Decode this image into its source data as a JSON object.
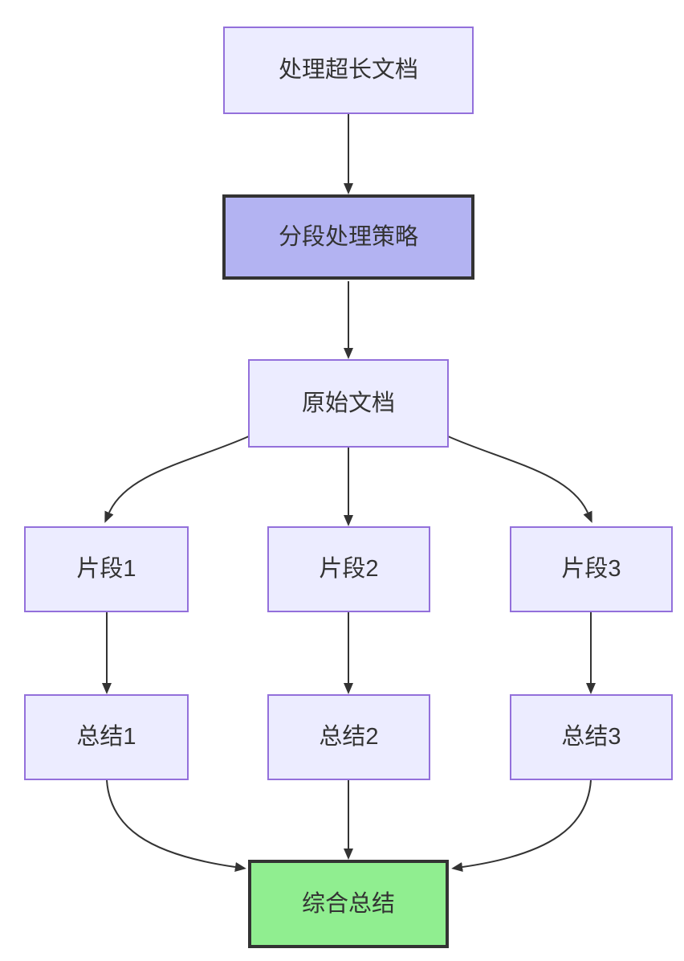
{
  "diagram": {
    "type": "flowchart",
    "direction": "top-down",
    "nodes": [
      {
        "id": "A",
        "label": "处理超长文档",
        "style": "default"
      },
      {
        "id": "B",
        "label": "分段处理策略",
        "style": "highlight"
      },
      {
        "id": "C",
        "label": "原始文档",
        "style": "default"
      },
      {
        "id": "D1",
        "label": "片段1",
        "style": "default"
      },
      {
        "id": "D2",
        "label": "片段2",
        "style": "default"
      },
      {
        "id": "D3",
        "label": "片段3",
        "style": "default"
      },
      {
        "id": "E1",
        "label": "总结1",
        "style": "default"
      },
      {
        "id": "E2",
        "label": "总结2",
        "style": "default"
      },
      {
        "id": "E3",
        "label": "总结3",
        "style": "default"
      },
      {
        "id": "F",
        "label": "综合总结",
        "style": "final"
      }
    ],
    "edges": [
      {
        "from": "A",
        "to": "B"
      },
      {
        "from": "B",
        "to": "C"
      },
      {
        "from": "C",
        "to": "D1"
      },
      {
        "from": "C",
        "to": "D2"
      },
      {
        "from": "C",
        "to": "D3"
      },
      {
        "from": "D1",
        "to": "E1"
      },
      {
        "from": "D2",
        "to": "E2"
      },
      {
        "from": "D3",
        "to": "E3"
      },
      {
        "from": "E1",
        "to": "F"
      },
      {
        "from": "E2",
        "to": "F"
      },
      {
        "from": "E3",
        "to": "F"
      }
    ],
    "colors": {
      "default_fill": "#ECECFF",
      "default_border": "#9370DB",
      "highlight_fill": "#B3B3F2",
      "highlight_border": "#333333",
      "final_fill": "#90EE90",
      "final_border": "#333333",
      "edge": "#333333",
      "text": "#333333",
      "background": "#FFFFFF"
    }
  }
}
